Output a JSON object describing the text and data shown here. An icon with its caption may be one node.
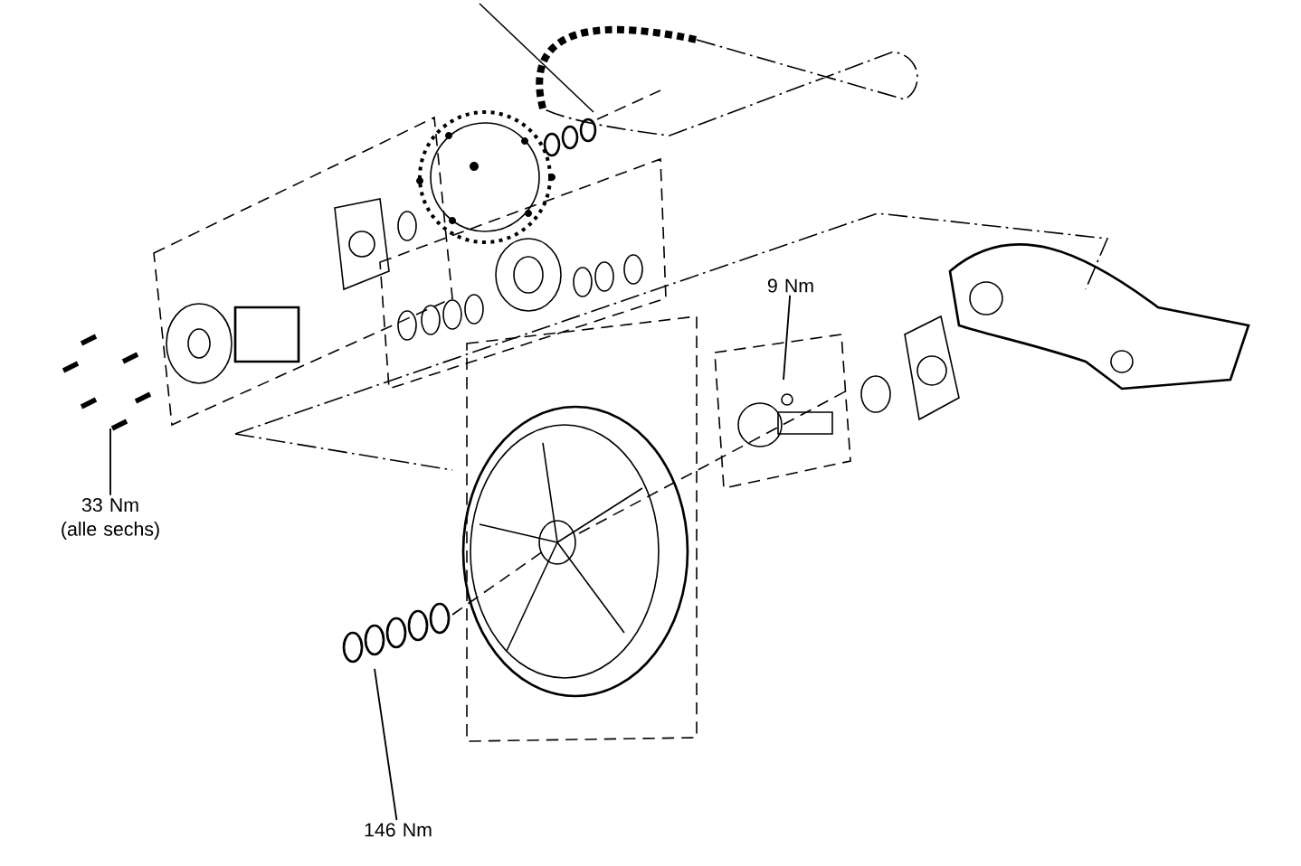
{
  "diagram": {
    "nodes": [
      {
        "text": [
          "9 Nm"
        ]
      },
      {
        "text": [
          "33 Nm (alle sechs)"
        ]
      },
      {
        "text": [
          "146 Nm"
        ]
      }
    ],
    "edges": [
      {
        "from": 0,
        "to": null,
        "arrow": "none"
      },
      {
        "from": 1,
        "to": null,
        "arrow": "none"
      },
      {
        "from": 2,
        "to": null,
        "arrow": "none"
      }
    ]
  }
}
